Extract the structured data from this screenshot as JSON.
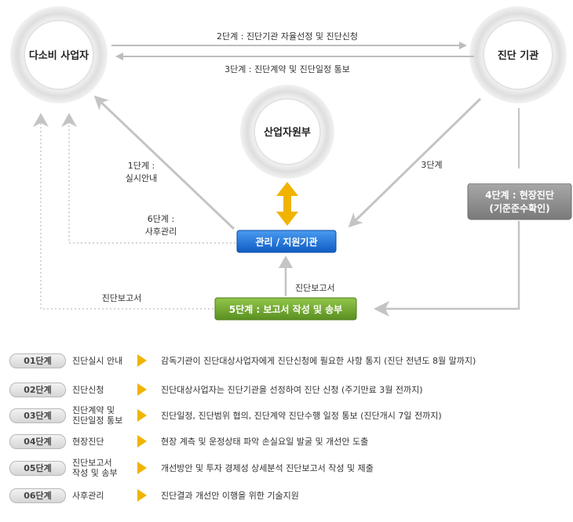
{
  "nodes": {
    "smes": "다소비 사업자",
    "agency": "진단 기관",
    "ministry": "산업자원부"
  },
  "boxes": {
    "management": "관리 / 지원기관",
    "step4_line1": "4단계 : 현장진단",
    "step4_line2": "(기준준수확인)",
    "step5": "5단계 : 보고서 작성 및 송부"
  },
  "labels": {
    "step2": "2단계 : 진단기관 자율선정 및 진단신청",
    "step3_top": "3단계 : 진단계약 및 진단일정 통보",
    "step1_line1": "1단계 :",
    "step1_line2": "실시안내",
    "step3_side": "3단계",
    "step6_line1": "6단계 :",
    "step6_line2": "사후관리",
    "report_up": "진단보고서",
    "report_left": "진단보고서"
  },
  "colors": {
    "ring": "#e6e6e6",
    "arrow": "#bdbdbd",
    "blue_box": "#1a6fd6",
    "gray_box": "#8c8c8c",
    "green_box": "#6ea22a",
    "yellow_arrow": "#f0b400"
  },
  "steps": [
    {
      "badge": "01단계",
      "name": "진단실시 안내",
      "desc": "감독기관이 진단대상사업자에게 진단신청에 필요한 사항 통지 (진단 전년도 8월 말까지)"
    },
    {
      "badge": "02단계",
      "name": "진단신청",
      "desc": "진단대상사업자는 진단기관을 선정하여 진단 신청 (주기만료 3월 전까지)"
    },
    {
      "badge": "03단계",
      "name": "진단계약 및\n진단일정 통보",
      "desc": "진단일정, 진단범위 협의, 진단계약 진단수행 일정 통보 (진단개시 7일 전까지)"
    },
    {
      "badge": "04단계",
      "name": "현장진단",
      "desc": "현장 계측 및 운정상태 파악 손실요일 발굴 및 개선안 도출"
    },
    {
      "badge": "05단계",
      "name": "진단보고서\n작성 및 송부",
      "desc": "개선방안 및 투자 경제성 상세분석 진단보고서 작성 및 제출"
    },
    {
      "badge": "06단계",
      "name": "사후관리",
      "desc": "진단결과 개선안 이행을 위한 기술지원"
    }
  ]
}
